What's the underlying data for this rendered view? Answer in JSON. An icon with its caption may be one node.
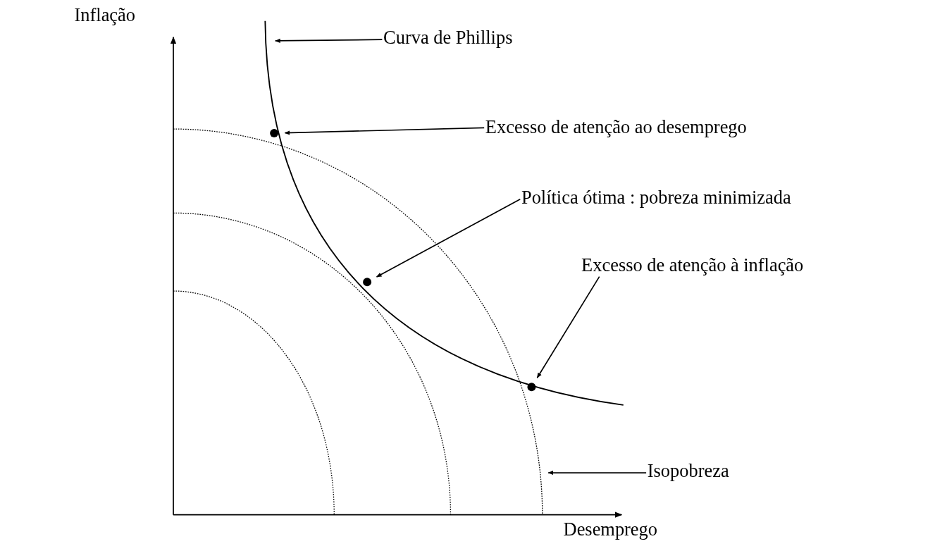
{
  "diagram": {
    "nodes": [
      {
        "text": [
          "Curva de Phillips"
        ]
      },
      {
        "text": [
          "Excesso de atenção ao desemprego"
        ]
      },
      {
        "text": [],
        "shape": "circle"
      },
      {
        "text": [
          "Política ótima : pobreza minimizada"
        ]
      },
      {
        "text": [],
        "shape": "circle"
      },
      {
        "text": [
          "Excesso de atenção à inflação"
        ]
      },
      {
        "text": [],
        "shape": "circle"
      },
      {
        "text": [
          "Isopobreza"
        ]
      }
    ],
    "edges": [
      {
        "from": 0,
        "to": null,
        "arrow": "to"
      },
      {
        "from": 1,
        "to": 2,
        "arrow": "to"
      },
      {
        "from": 3,
        "to": 4,
        "arrow": "to"
      },
      {
        "from": 5,
        "to": 6,
        "arrow": "to"
      },
      {
        "from": 7,
        "to": null,
        "arrow": "to"
      }
    ],
    "labels": [
      "Inflação",
      "Desemprego"
    ]
  }
}
